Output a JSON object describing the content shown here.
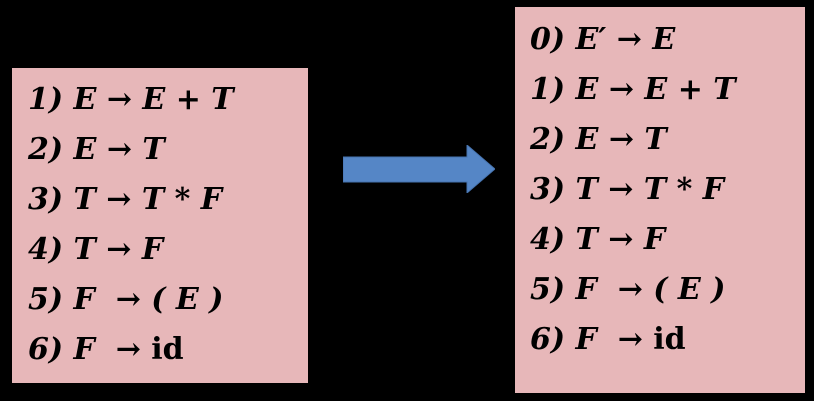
{
  "diagram": {
    "description_colors": {
      "background": "#000000",
      "box_fill": "#E7B7B9",
      "text": "#000000",
      "arrow_fill": "#5586C6"
    },
    "boxes": {
      "left": {
        "rules": [
          {
            "main": "1) E → E + T",
            "terminal": ""
          },
          {
            "main": "2) E → T",
            "terminal": ""
          },
          {
            "main": "3) T → T * F",
            "terminal": ""
          },
          {
            "main": "4) T → F",
            "terminal": ""
          },
          {
            "main": "5) F  → ( E )",
            "terminal": ""
          },
          {
            "main": "6) F  → ",
            "terminal": "id"
          }
        ]
      },
      "right": {
        "rules": [
          {
            "main": "0) E′ → E",
            "terminal": ""
          },
          {
            "main": "1) E → E + T",
            "terminal": ""
          },
          {
            "main": "2) E → T",
            "terminal": ""
          },
          {
            "main": "3) T → T * F",
            "terminal": ""
          },
          {
            "main": "4) T → F",
            "terminal": ""
          },
          {
            "main": "5) F  → ( E )",
            "terminal": ""
          },
          {
            "main": "6) F  → ",
            "terminal": "id"
          }
        ]
      }
    },
    "arrow": {
      "direction": "right",
      "fill": "#5586C6"
    }
  }
}
